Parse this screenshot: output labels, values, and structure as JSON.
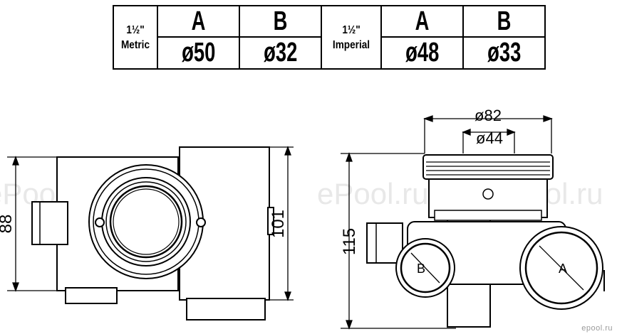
{
  "spec_table": {
    "metric": {
      "size": "1½\"",
      "system": "Metric",
      "col_a": "A",
      "col_b": "B",
      "val_a": "ø50",
      "val_b": "ø32"
    },
    "imperial": {
      "size": "1½\"",
      "system": "Imperial",
      "col_a": "A",
      "col_b": "B",
      "val_a": "ø48",
      "val_b": "ø33"
    }
  },
  "dimensions": {
    "left_height": "88",
    "middle_height": "101",
    "right_height": "115",
    "outer_diameter": "ø82",
    "inner_diameter": "ø44"
  },
  "ports": {
    "port_b": "B",
    "port_a": "A"
  },
  "watermark": "ePool.ru",
  "logo": "epool.ru"
}
